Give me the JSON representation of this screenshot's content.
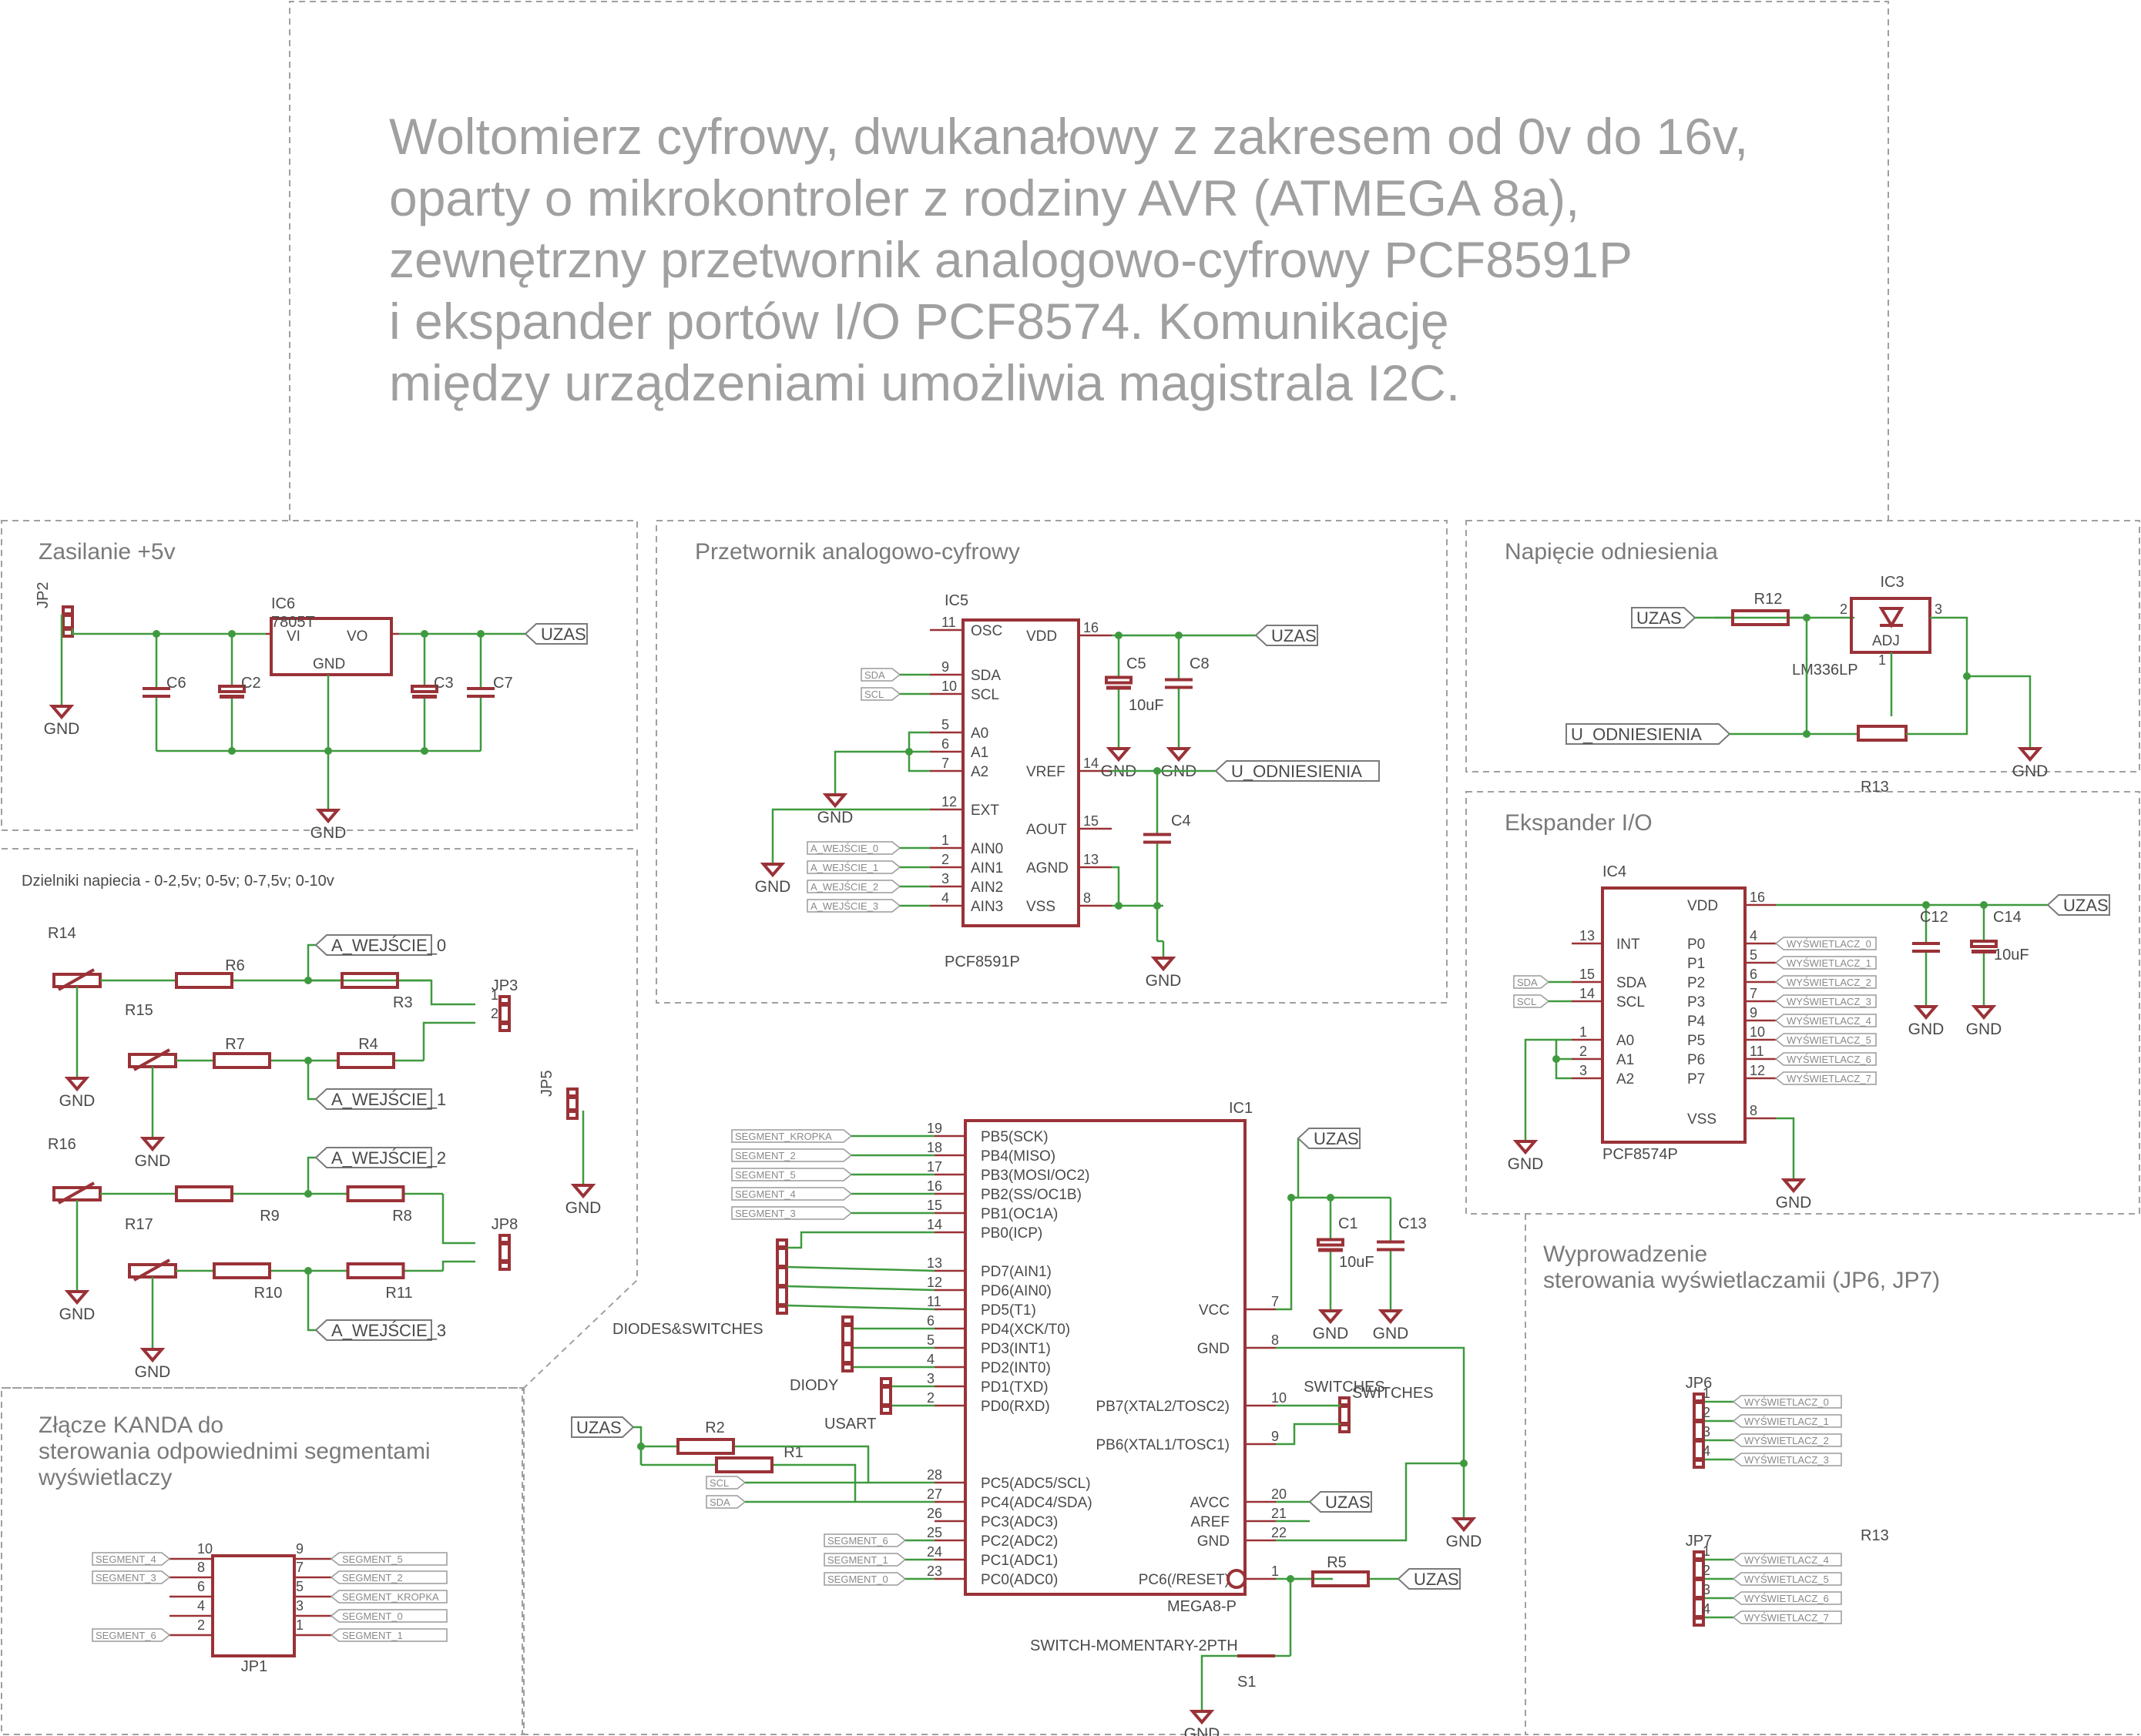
{
  "title_lines": [
    "Woltomierz cyfrowy, dwukanałowy z zakresem od 0v do 16v,",
    "oparty o mikrokontroler z rodziny AVR (ATMEGA 8a),",
    "zewnętrzny przetwornik analogowo-cyfrowy PCF8591P",
    "i ekspander portów I/O PCF8574. Komunikację",
    "między urządzeniami umożliwia magistrala I2C."
  ],
  "sections": {
    "power": "Zasilanie +5v",
    "adc": "Przetwornik analogowo-cyfrowy",
    "ref": "Napięcie odniesienia",
    "dividers": "Dzielniki napiecia - 0-2,5v; 0-5v; 0-7,5v; 0-10v",
    "expander": "Ekspander I/O",
    "kanda": [
      "Złącze KANDA do",
      "sterowania odpowiednimi segmentami",
      "wyświetlaczy"
    ],
    "outputs": [
      "Wyprowadzenie",
      "sterowania wyświetlaczamii (JP6, JP7)"
    ]
  },
  "nets": {
    "uzas": "UZAS",
    "gnd": "GND",
    "u_ref": "U_ODNIESIENIA",
    "sda": "SDA",
    "scl": "SCL",
    "a_in": [
      "A_WEJŚCIE_0",
      "A_WEJŚCIE_1",
      "A_WEJŚCIE_2",
      "A_WEJŚCIE_3"
    ],
    "a_in_small": [
      "A_WEJŚCIE_0",
      "A_WEJŚCIE_1",
      "A_WEJŚCIE_2",
      "A_WEJŚCIE_3"
    ],
    "segments": [
      "SEGMENT_KROPKA",
      "SEGMENT_2",
      "SEGMENT_5",
      "SEGMENT_4",
      "SEGMENT_3",
      "SEGMENT_6",
      "SEGMENT_1",
      "SEGMENT_0"
    ],
    "displays": [
      "WYŚWIETLACZ_0",
      "WYŚWIETLACZ_1",
      "WYŚWIETLACZ_2",
      "WYŚWIETLACZ_3",
      "WYŚWIETLACZ_4",
      "WYŚWIETLACZ_5",
      "WYŚWIETLACZ_6",
      "WYŚWIETLACZ_7"
    ]
  },
  "parts": {
    "ic6": {
      "name": "IC6",
      "value": "7805T",
      "pins": [
        "VI",
        "VO",
        "GND"
      ]
    },
    "ic5": {
      "name": "IC5",
      "value": "PCF8591P",
      "left": [
        "OSC",
        "SDA",
        "SCL",
        "A0",
        "A1",
        "A2",
        "EXT",
        "AIN0",
        "AIN1",
        "AIN2",
        "AIN3"
      ],
      "right": [
        "VDD",
        "VREF",
        "AOUT",
        "AGND",
        "VSS"
      ]
    },
    "ic3": {
      "name": "IC3",
      "value": "LM336LP",
      "pin": "ADJ"
    },
    "ic4": {
      "name": "IC4",
      "value": "PCF8574P",
      "left": [
        "INT",
        "SDA",
        "SCL",
        "A0",
        "A1",
        "A2"
      ],
      "right": [
        "VDD",
        "P0",
        "P1",
        "P2",
        "P3",
        "P4",
        "P5",
        "P6",
        "P7",
        "VSS"
      ]
    },
    "ic1": {
      "name": "IC1",
      "value": "MEGA8-P",
      "left": [
        "PB5(SCK)",
        "PB4(MISO)",
        "PB3(MOSI/OC2)",
        "PB2(SS/OC1B)",
        "PB1(OC1A)",
        "PB0(ICP)",
        "PD7(AIN1)",
        "PD6(AIN0)",
        "PD5(T1)",
        "PD4(XCK/T0)",
        "PD3(INT1)",
        "PD2(INT0)",
        "PD1(TXD)",
        "PD0(RXD)",
        "PC5(ADC5/SCL)",
        "PC4(ADC4/SDA)",
        "PC3(ADC3)",
        "PC2(ADC2)",
        "PC1(ADC1)",
        "PC0(ADC0)"
      ],
      "right": [
        "VCC",
        "GND",
        "PB7(XTAL2/TOSC2)",
        "PB6(XTAL1/TOSC1)",
        "AVCC",
        "AREF",
        "GND",
        "PC6(/RESET)"
      ]
    },
    "caps": {
      "c6": "C6",
      "c2": "C2",
      "c3": "C3",
      "c7": "C7",
      "c5": "C5",
      "c8": "C8",
      "c4": "C4",
      "c12": "C12",
      "c14": "C14",
      "c1": "C1",
      "c13": "C13",
      "cap_value": "10uF"
    },
    "res": {
      "r12": "R12",
      "r13": "R13",
      "r14": "R14",
      "r15": "R15",
      "r16": "R16",
      "r17": "R17",
      "r6": "R6",
      "r3": "R3",
      "r7": "R7",
      "r4": "R4",
      "r9": "R9",
      "r8": "R8",
      "r10": "R10",
      "r11": "R11",
      "r2": "R2",
      "r1": "R1",
      "r5": "R5"
    },
    "conn": {
      "jp2": "JP2",
      "jp3": "JP3",
      "jp5": "JP5",
      "jp8": "JP8",
      "jp1": "JP1",
      "jp6": "JP6",
      "jp7": "JP7",
      "diodes_switches": "DIODES&SWITCHES",
      "diody": "DIODY",
      "usart": "USART",
      "switches": "SWITCHES"
    },
    "s1": {
      "name": "S1",
      "value": "SWITCH-MOMENTARY-2PTH"
    }
  }
}
